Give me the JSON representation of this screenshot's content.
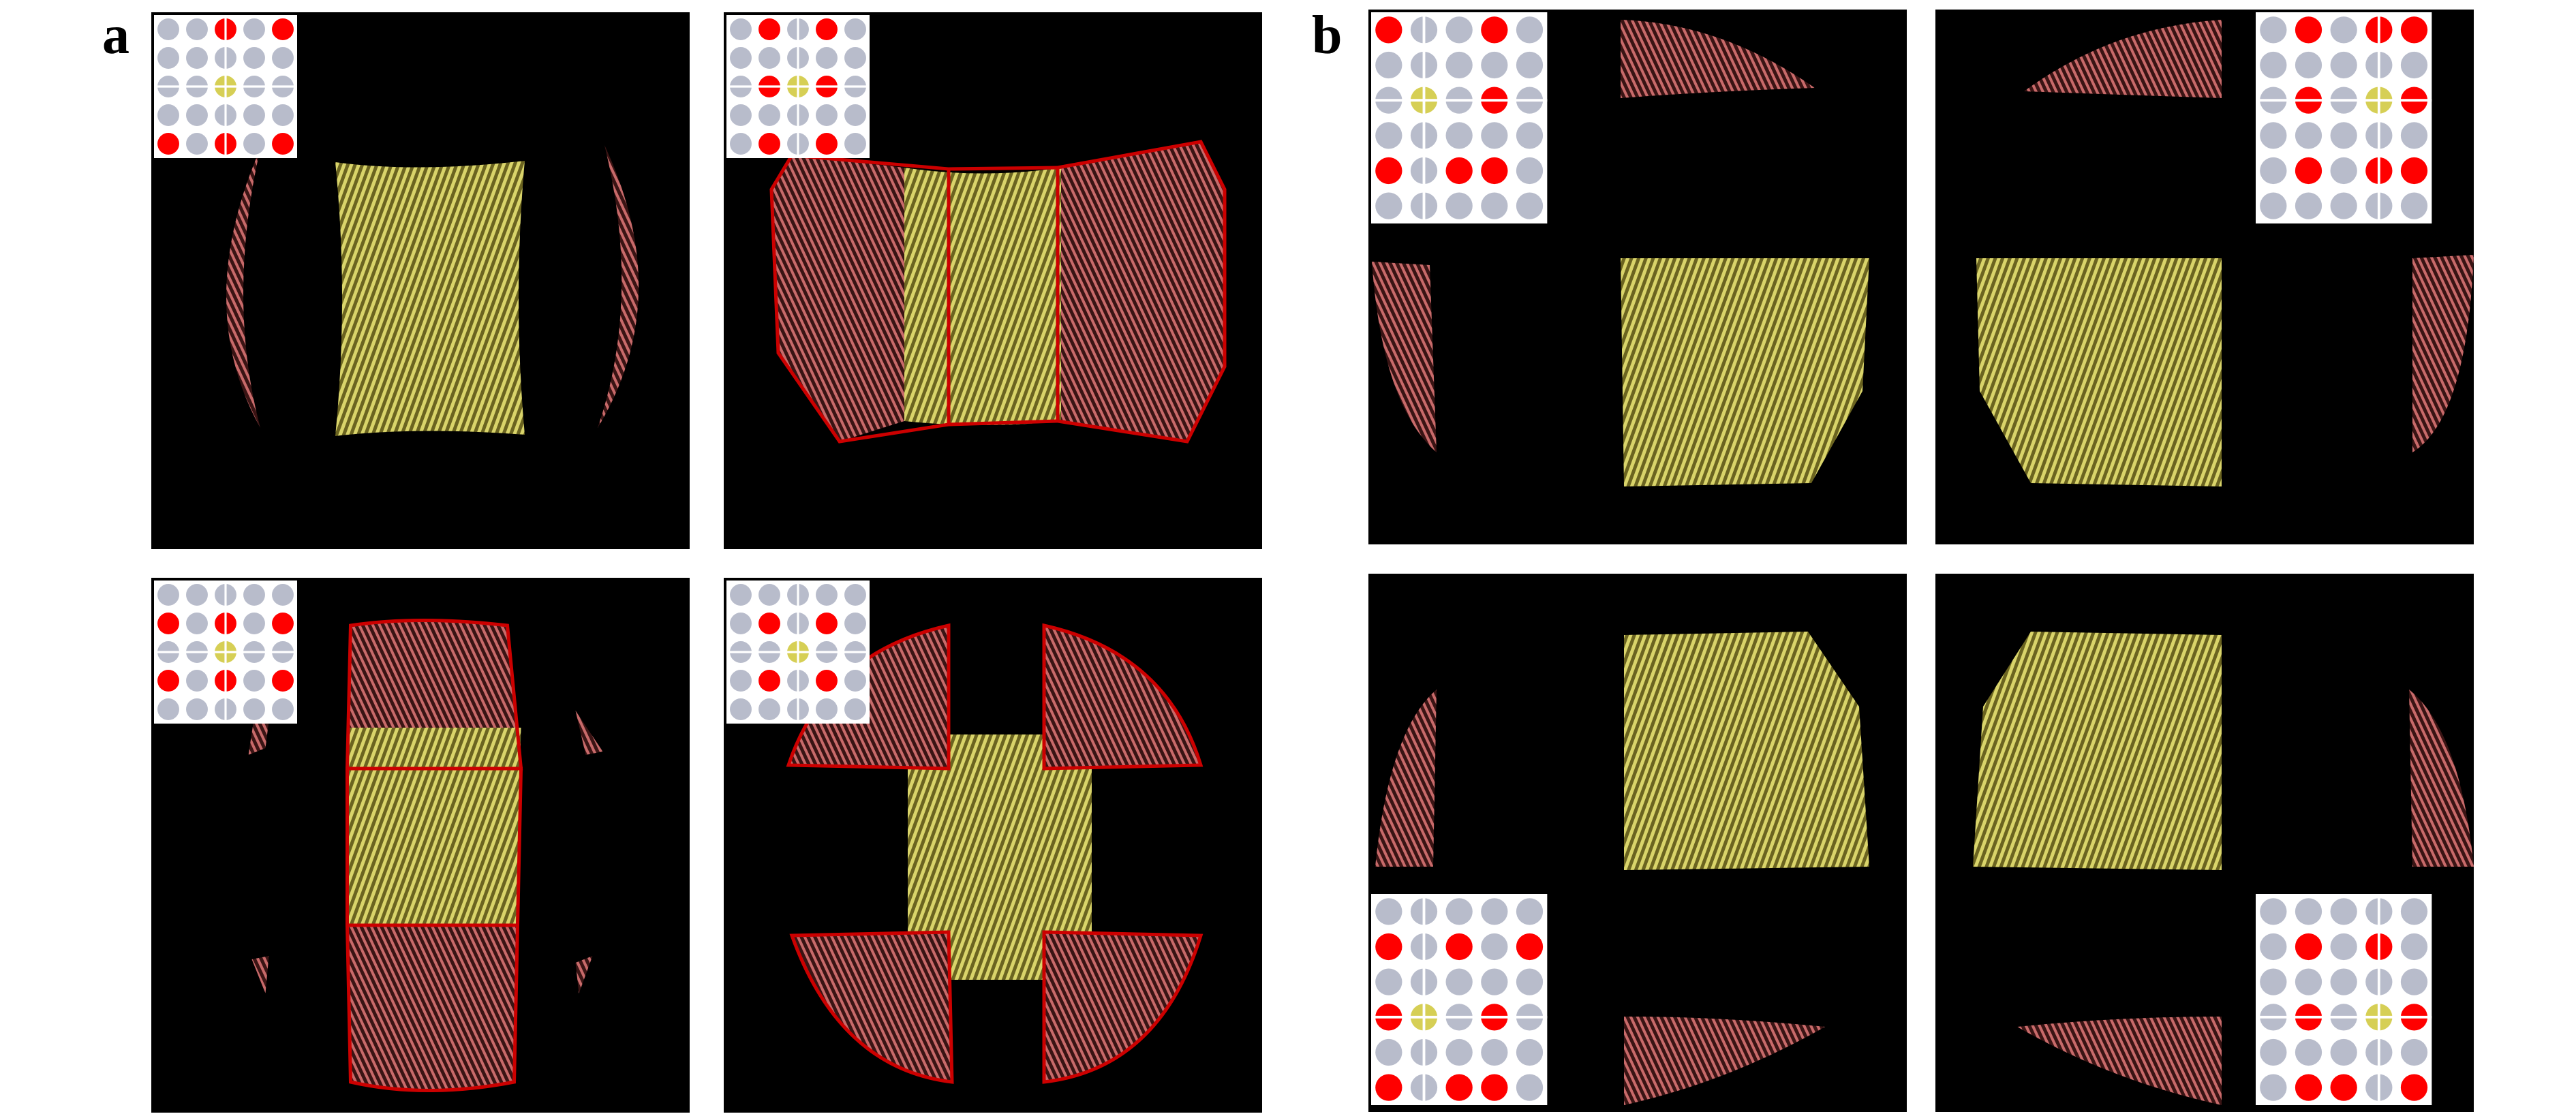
{
  "figure": {
    "label_a": "a",
    "label_b": "b"
  },
  "colors": {
    "background": "#000000",
    "dot_off": "#b8bccb",
    "dot_on": "#ff0000",
    "dot_center": "#d6cf55",
    "fringe_center": "#d9d46a",
    "fringe_side": "#c86a6a",
    "outline": "#cc0000",
    "crosshair": "#ffffff"
  },
  "panels_a": [
    {
      "id": "a1",
      "grid": [
        "0",
        "0",
        "1",
        "0",
        "1",
        "0",
        "0",
        "0",
        "0",
        "0",
        "0",
        "0",
        "C",
        "0",
        "0",
        "0",
        "0",
        "0",
        "0",
        "0",
        "1",
        "0",
        "1",
        "0",
        "1"
      ],
      "outlined": false
    },
    {
      "id": "a2",
      "grid": [
        "0",
        "1",
        "0",
        "1",
        "0",
        "0",
        "0",
        "0",
        "0",
        "0",
        "0",
        "1",
        "C",
        "1",
        "0",
        "0",
        "0",
        "0",
        "0",
        "0",
        "0",
        "1",
        "0",
        "1",
        "0"
      ],
      "outlined": true
    },
    {
      "id": "a3",
      "grid": [
        "0",
        "0",
        "0",
        "0",
        "0",
        "1",
        "0",
        "1",
        "0",
        "1",
        "0",
        "0",
        "C",
        "0",
        "0",
        "1",
        "0",
        "1",
        "0",
        "1",
        "0",
        "0",
        "0",
        "0",
        "0"
      ],
      "outlined": true
    },
    {
      "id": "a4",
      "grid": [
        "0",
        "0",
        "0",
        "0",
        "0",
        "0",
        "1",
        "0",
        "1",
        "0",
        "0",
        "0",
        "C",
        "0",
        "0",
        "0",
        "1",
        "0",
        "1",
        "0",
        "0",
        "0",
        "0",
        "0",
        "0"
      ],
      "outlined": true
    }
  ],
  "panels_b": [
    {
      "id": "b1",
      "grid": [
        "1",
        "0",
        "0",
        "1",
        "0",
        "0",
        "0",
        "0",
        "0",
        "0",
        "0",
        "C",
        "0",
        "1",
        "0",
        "0",
        "0",
        "0",
        "0",
        "0",
        "1",
        "0",
        "1",
        "1",
        "0",
        "0",
        "0",
        "0",
        "0",
        "0"
      ]
    },
    {
      "id": "b2",
      "grid": [
        "0",
        "1",
        "0",
        "1",
        "1",
        "0",
        "0",
        "0",
        "0",
        "0",
        "0",
        "1",
        "0",
        "C",
        "1",
        "0",
        "0",
        "0",
        "0",
        "0",
        "0",
        "1",
        "0",
        "1",
        "1",
        "0",
        "0",
        "0",
        "0",
        "0"
      ]
    },
    {
      "id": "b3",
      "grid": [
        "0",
        "0",
        "0",
        "0",
        "0",
        "1",
        "0",
        "1",
        "0",
        "1",
        "0",
        "0",
        "0",
        "0",
        "0",
        "1",
        "C",
        "0",
        "1",
        "0",
        "0",
        "0",
        "0",
        "0",
        "0",
        "1",
        "0",
        "1",
        "1",
        "0"
      ]
    },
    {
      "id": "b4",
      "grid": [
        "0",
        "0",
        "0",
        "0",
        "0",
        "0",
        "1",
        "0",
        "1",
        "0",
        "0",
        "0",
        "0",
        "0",
        "0",
        "0",
        "1",
        "0",
        "C",
        "1",
        "0",
        "0",
        "0",
        "0",
        "0",
        "0",
        "1",
        "1",
        "0",
        "1"
      ]
    }
  ]
}
